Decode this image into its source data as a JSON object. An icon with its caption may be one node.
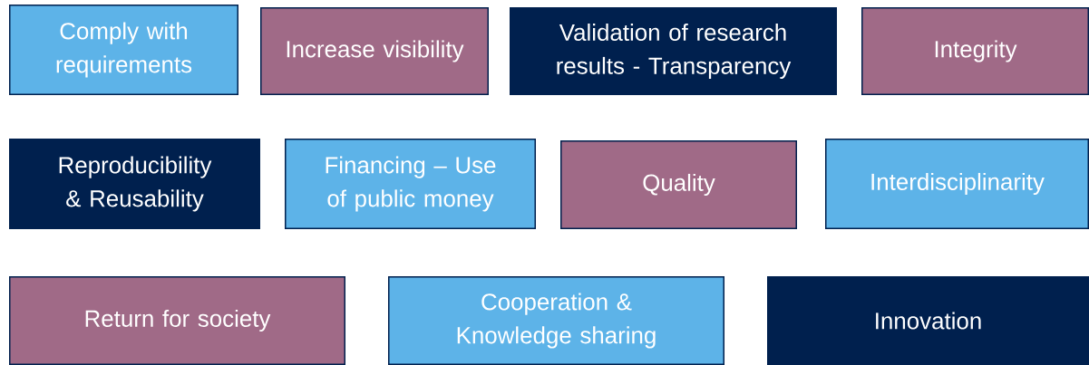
{
  "diagram": {
    "nodes": [
      {
        "text": [
          "Comply with requirements"
        ]
      },
      {
        "text": [
          "Increase visibility"
        ]
      },
      {
        "text": [
          "Validation of research results - Transparency"
        ]
      },
      {
        "text": [
          "Integrity"
        ]
      },
      {
        "text": [
          "Reproducibility & Reusability"
        ]
      },
      {
        "text": [
          "Financing – Use of public money"
        ]
      },
      {
        "text": [
          "Quality"
        ]
      },
      {
        "text": [
          "Interdisciplinarity"
        ]
      },
      {
        "text": [
          "Return for society"
        ]
      },
      {
        "text": [
          "Cooperation & Knowledge sharing"
        ]
      },
      {
        "text": [
          "Innovation"
        ]
      }
    ]
  }
}
